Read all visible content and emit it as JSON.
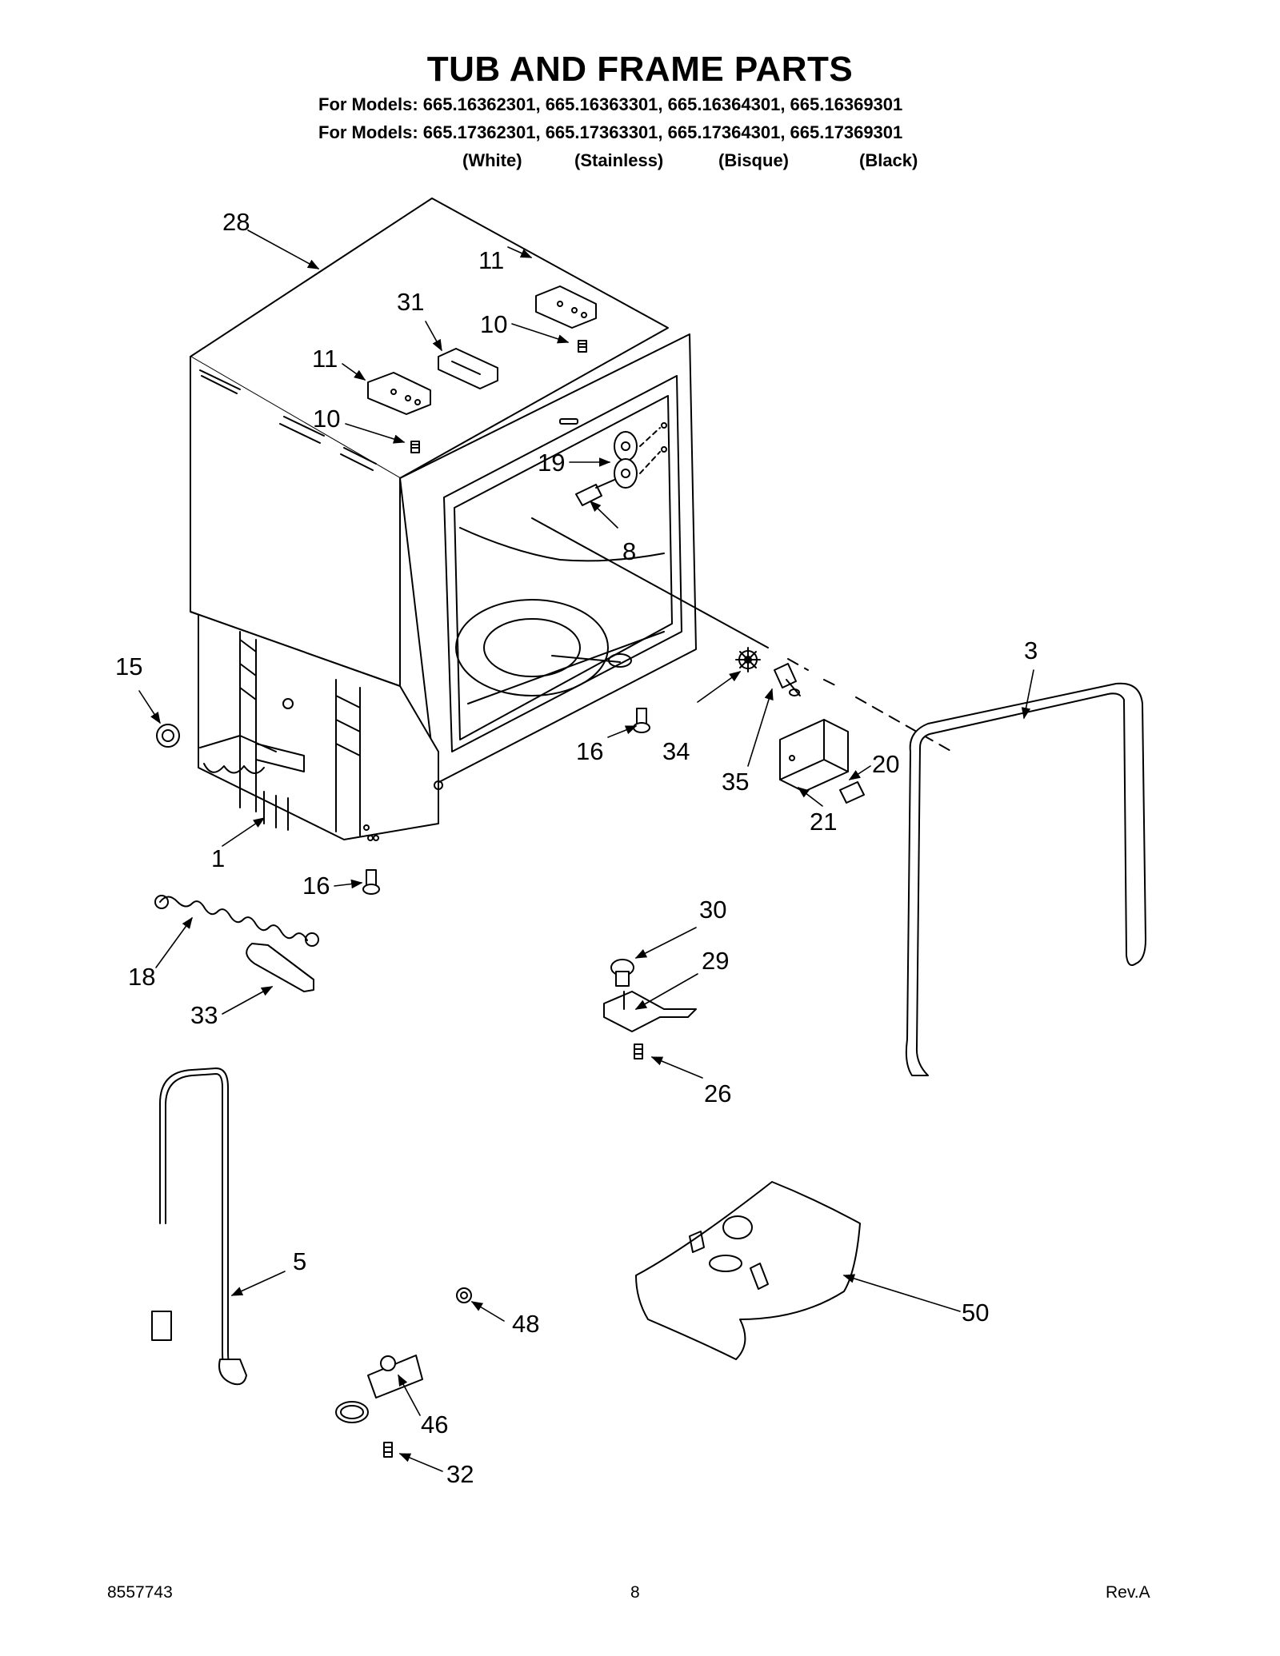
{
  "header": {
    "title": "TUB AND FRAME PARTS",
    "model_lines": [
      "For Models: 665.16362301, 665.16363301, 665.16364301, 665.16369301",
      "For Models: 665.17362301, 665.17363301, 665.17364301, 665.17369301"
    ],
    "colors": [
      "(White)",
      "(Stainless)",
      "(Bisque)",
      "(Black)"
    ]
  },
  "callouts": {
    "c28": "28",
    "c11a": "11",
    "c31": "31",
    "c10a": "10",
    "c11b": "11",
    "c10b": "10",
    "c19": "19",
    "c8": "8",
    "c3": "3",
    "c15": "15",
    "c16a": "16",
    "c34": "34",
    "c20": "20",
    "c35": "35",
    "c21": "21",
    "c1": "1",
    "c16b": "16",
    "c30": "30",
    "c29": "29",
    "c18": "18",
    "c33": "33",
    "c26": "26",
    "c5": "5",
    "c48": "48",
    "c50": "50",
    "c46": "46",
    "c32": "32"
  },
  "footer": {
    "doc_number": "8557743",
    "page_number": "8",
    "revision": "Rev.A"
  }
}
